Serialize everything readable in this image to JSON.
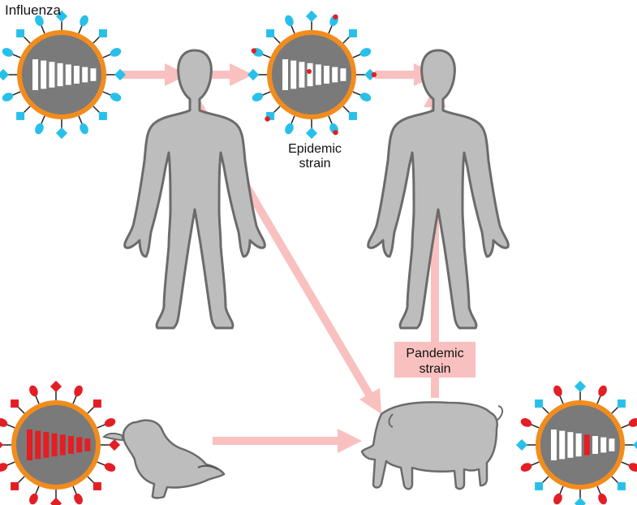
{
  "labels": {
    "influenza": "Influenza",
    "epidemic_line1": "Epidemic",
    "epidemic_line2": "strain",
    "pandemic_line1": "Pandemic",
    "pandemic_line2": "strain"
  },
  "colors": {
    "arrow": "#f9c0c0",
    "capsid_outline": "#f28c1c",
    "capsid_fill": "#7a7a7a",
    "human_marker": "#28c0ea",
    "avian_marker": "#e31e24",
    "segment_white": "#ffffff",
    "segment_red": "#e31e24",
    "silhouette_fill": "#bdbdbd",
    "silhouette_stroke": "#6b6b6b"
  },
  "viruses": {
    "human": {
      "markers": "blue",
      "segments": [
        "white",
        "white",
        "white",
        "white",
        "white",
        "white",
        "white",
        "white"
      ]
    },
    "epidemic": {
      "markers": "blue-with-red-tips",
      "segments": [
        "white",
        "white",
        "white",
        "white",
        "white",
        "white",
        "white",
        "white"
      ]
    },
    "avian": {
      "markers": "red",
      "segments": [
        "red",
        "red",
        "red",
        "red",
        "red",
        "red",
        "red",
        "red"
      ]
    },
    "pandemic": {
      "markers": "mixed",
      "segments": [
        "white",
        "white",
        "white",
        "white",
        "red",
        "white",
        "white",
        "white"
      ]
    }
  },
  "icons": [
    "human-silhouette-icon",
    "duck-silhouette-icon",
    "pig-silhouette-icon",
    "virus-particle-icon"
  ]
}
